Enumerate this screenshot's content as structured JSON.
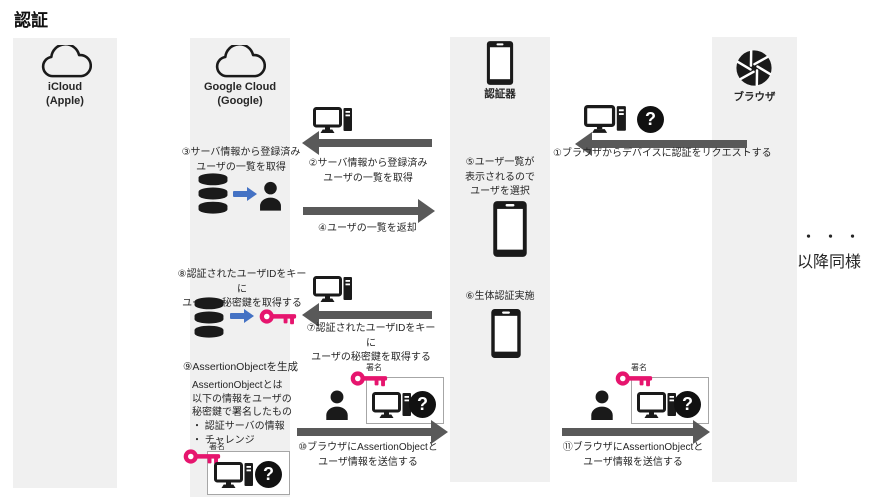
{
  "title": "認証",
  "columns": [
    {
      "label": "iCloud\n(Apple)"
    },
    {
      "label": "Google Cloud\n(Google)"
    },
    {
      "label": "認証器"
    },
    {
      "label": "ブラウザ"
    }
  ],
  "steps": {
    "s01": "①ブラウザからデバイスに認証をリクエストする",
    "s02": "②サーバ情報から登録済み\nユーザの一覧を取得",
    "s03": "③サーバ情報から登録済み\nユーザの一覧を取得",
    "s04": "④ユーザの一覧を返却",
    "s05": "⑤ユーザ一覧が\n表示されるので\nユーザを選択",
    "s06": "⑥生体認証実施",
    "s07": "⑦認証されたユーザIDをキーに\nユーザの秘密鍵を取得する",
    "s08": "⑧認証されたユーザIDをキーに\nユーザの秘密鍵を取得する",
    "s09": "⑨AssertionObjectを生成",
    "s09_note": "AssertionObjectとは\n以下の情報をユーザの\n秘密鍵で署名したもの",
    "s09_bullets": "・ 認証サーバの情報\n・ チャレンジ",
    "s10": "⑩ブラウザにAssertionObjectと\nユーザ情報を送信する",
    "s11": "⑪ブラウザにAssertionObjectと\nユーザ情報を送信する"
  },
  "labels": {
    "signature": "署名",
    "ellipsis": "・・・",
    "hereafter": "以降同様",
    "question_glyph": "?"
  },
  "colors": {
    "column_bg": "#f0f0f0",
    "arrow_gray": "#595959",
    "arrow_blue": "#4472c4",
    "key_pink": "#e6156e",
    "icon_black": "#1a1a1a"
  }
}
